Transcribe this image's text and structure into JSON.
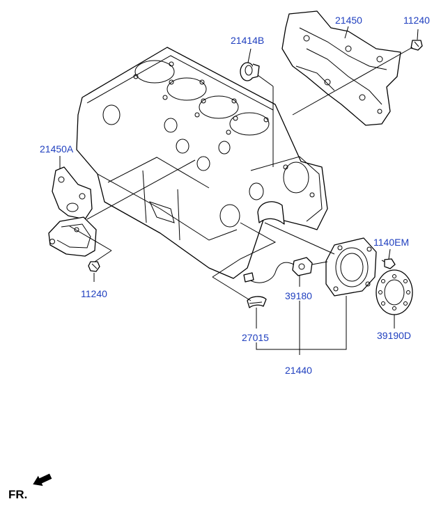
{
  "diagram": {
    "labels": {
      "p21414B": "21414B",
      "p21450": "21450",
      "p11240_top": "11240",
      "p21450A": "21450A",
      "p11240_left": "11240",
      "p1140EM": "1140EM",
      "p39180": "39180",
      "p39190D": "39190D",
      "p27015": "27015",
      "p21440": "21440"
    },
    "direction": {
      "text": "FR."
    }
  }
}
